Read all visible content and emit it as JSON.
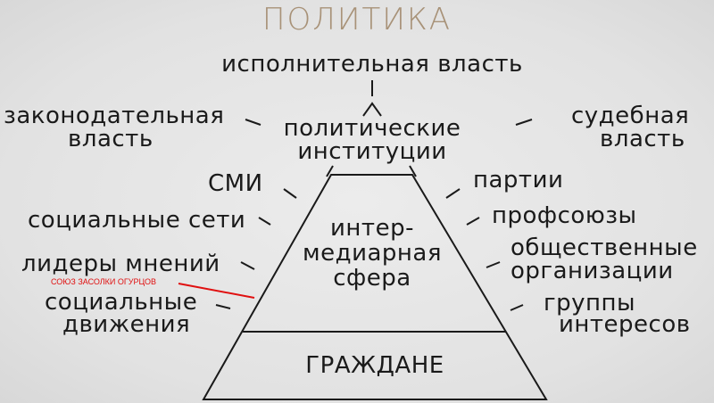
{
  "title": "ПОЛИТИКА",
  "top": {
    "executive": "исполнительная власть",
    "legislative_1": "законодательная",
    "legislative_2": "власть",
    "judicial_1": "судебная",
    "judicial_2": "власть",
    "institutions_1": "политические",
    "institutions_2": "институции"
  },
  "left": [
    "СМИ",
    "социальные сети",
    "лидеры мнений"
  ],
  "left_movements": [
    "социальные",
    "движения"
  ],
  "annotation": "СОЮЗ ЗАСОЛКИ ОГУРЦОВ",
  "right": [
    "партии",
    "профсоюзы"
  ],
  "right_orgs": [
    "общественные",
    "организации"
  ],
  "right_groups": [
    "группы",
    "интересов"
  ],
  "pyramid": {
    "middle_1": "интер-",
    "middle_2": "медиарная",
    "middle_3": "сфера",
    "base": "ГРАЖДАНЕ"
  },
  "colors": {
    "title": "#a89278",
    "annotation": "#e01010"
  }
}
